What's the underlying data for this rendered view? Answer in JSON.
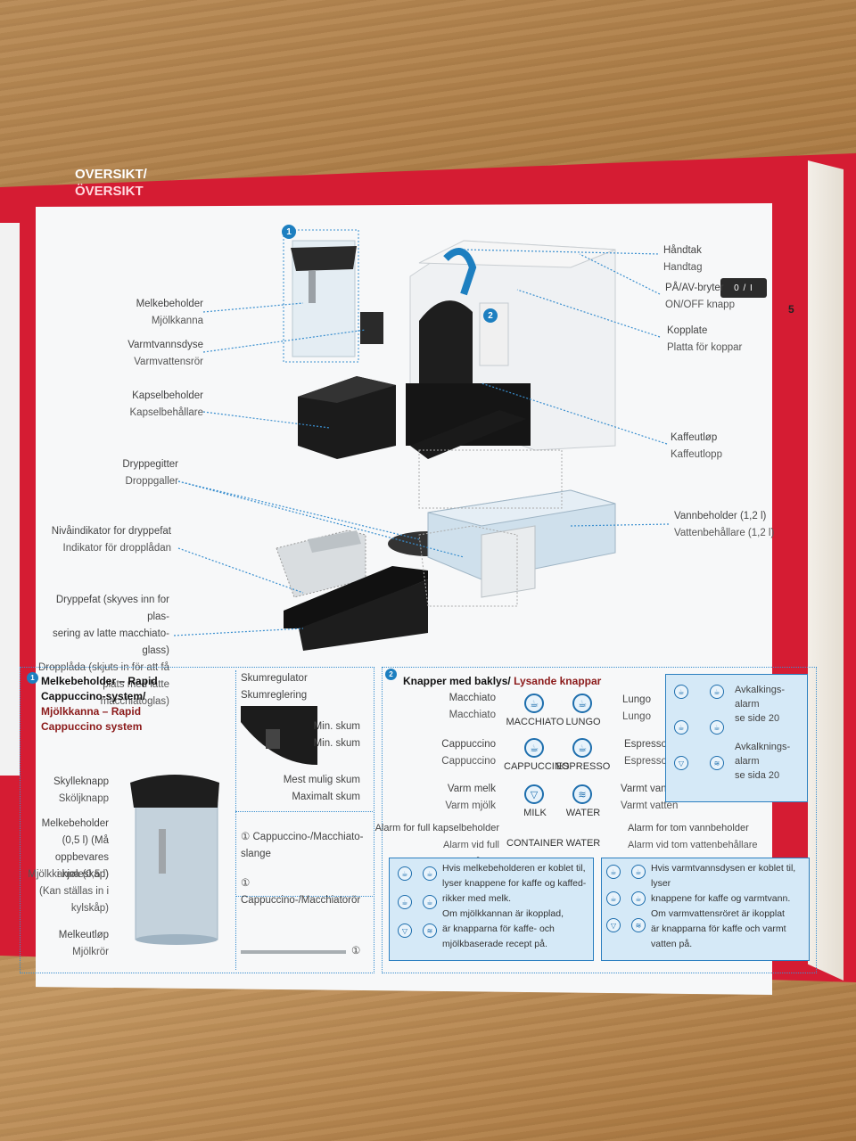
{
  "header": {
    "title_no": "OVERSIKT/",
    "title_sv": "ÖVERSIKT"
  },
  "page_number": "5",
  "onoff_symbol": "0 / I",
  "markers": {
    "one": "1",
    "two": "2"
  },
  "labels": {
    "melkebeholder": [
      "Melkebeholder",
      "Mjölkkanna"
    ],
    "varmtvannsdyse": [
      "Varmtvannsdyse",
      "Varmvattensrör"
    ],
    "kapselbeholder": [
      "Kapselbeholder",
      "Kapselbehållare"
    ],
    "dryppegitter": [
      "Dryppegitter",
      "Droppgaller"
    ],
    "nivaindikator": [
      "Nivåindikator for dryppefat",
      "Indikator för dropplådan"
    ],
    "dryppefat_no": [
      "Dryppefat (skyves inn for plas-",
      "sering av latte macchiato-glass)"
    ],
    "dryppefat_sv": [
      "Dropplåda (skjuts in för att få",
      "plats med latte macchiatoglas)"
    ],
    "handtak": [
      "Håndtak",
      "Handtag"
    ],
    "paav": [
      "PÅ/AV-bryter",
      "ON/OFF knapp"
    ],
    "kopplate": [
      "Kopplate",
      "Platta för koppar"
    ],
    "kaffeutlop": [
      "Kaffeutløp",
      "Kaffeutlopp"
    ],
    "vannbeholder": [
      "Vannbeholder (1,2 l)",
      "Vattenbehållare (1,2 l)"
    ]
  },
  "panel1": {
    "title_no": "Melkebeholder – Rapid Cappuccino-system/",
    "title_sv": "Mjölkkanna – Rapid Cappuccino system",
    "skumregulator": [
      "Skumregulator",
      "Skumreglering"
    ],
    "min_skum": [
      "Min. skum",
      "Min. skum"
    ],
    "max_skum": [
      "Mest mulig skum",
      "Maximalt skum"
    ],
    "skylleknapp": [
      "Skylleknapp",
      "Sköljknapp"
    ],
    "melkebeholder_no": [
      "Melkebeholder",
      "(0,5 l) (Må oppbevares",
      "i kjøleskap)"
    ],
    "melkebeholder_sv": [
      "Mjölkkanna (0,5 l)",
      "(Kan ställas in i",
      "kylskåp)"
    ],
    "melkeutlop": [
      "Melkeutløp",
      "Mjölkrör"
    ],
    "slange_no": [
      "① Cappuccino-/Macchiato-",
      "slange"
    ],
    "slange_sv": "① Cappuccino-/Macchiatorör",
    "tube_mark": "①"
  },
  "panel2": {
    "title_no": "Knapper med baklys/",
    "title_sv": "Lysande knappar",
    "macchiato": [
      "Macchiato",
      "Macchiato"
    ],
    "lungo": [
      "Lungo",
      "Lungo"
    ],
    "cappuccino": [
      "Cappuccino",
      "Cappuccino"
    ],
    "espresso": [
      "Espresso",
      "Espresso"
    ],
    "varm_melk": [
      "Varm melk",
      "Varm mjölk"
    ],
    "varmt_vann": [
      "Varmt vann",
      "Varmt vatten"
    ],
    "btn_macchiato": "MACCHIATO",
    "btn_lungo": "LUNGO",
    "btn_cappuccino": "CAPPUCCINO",
    "btn_espresso": "ESPRESSO",
    "btn_milk": "MILK",
    "btn_water": "WATER",
    "btn_container": "CONTAINER",
    "alarm_kapsel": [
      "Alarm for full kapselbeholder",
      "Alarm vid full kapselbehållare"
    ],
    "alarm_vann": [
      "Alarm for tom vannbeholder",
      "Alarm vid tom vattenbehållare"
    ],
    "avkalk_no": [
      "Avkalkings-",
      "alarm",
      "se side 20"
    ],
    "avkalk_sv": [
      "Avkalknings-",
      "alarm",
      "se sida 20"
    ],
    "info_milk": [
      "Hvis melkebeholderen er koblet til,",
      "lyser knappene for kaffe og kaffed-",
      "rikker med melk.",
      "Om mjölkkannan är ikopplad,",
      "är knapparna för kaffe- och",
      "mjölkbaserade recept på."
    ],
    "info_water": [
      "Hvis varmtvannsdysen er koblet til, lyser",
      "knappene for kaffe og varmtvann.",
      "Om varmvattensröret är ikopplat",
      "är knapparna för kaffe och varmt",
      "vatten på."
    ]
  }
}
